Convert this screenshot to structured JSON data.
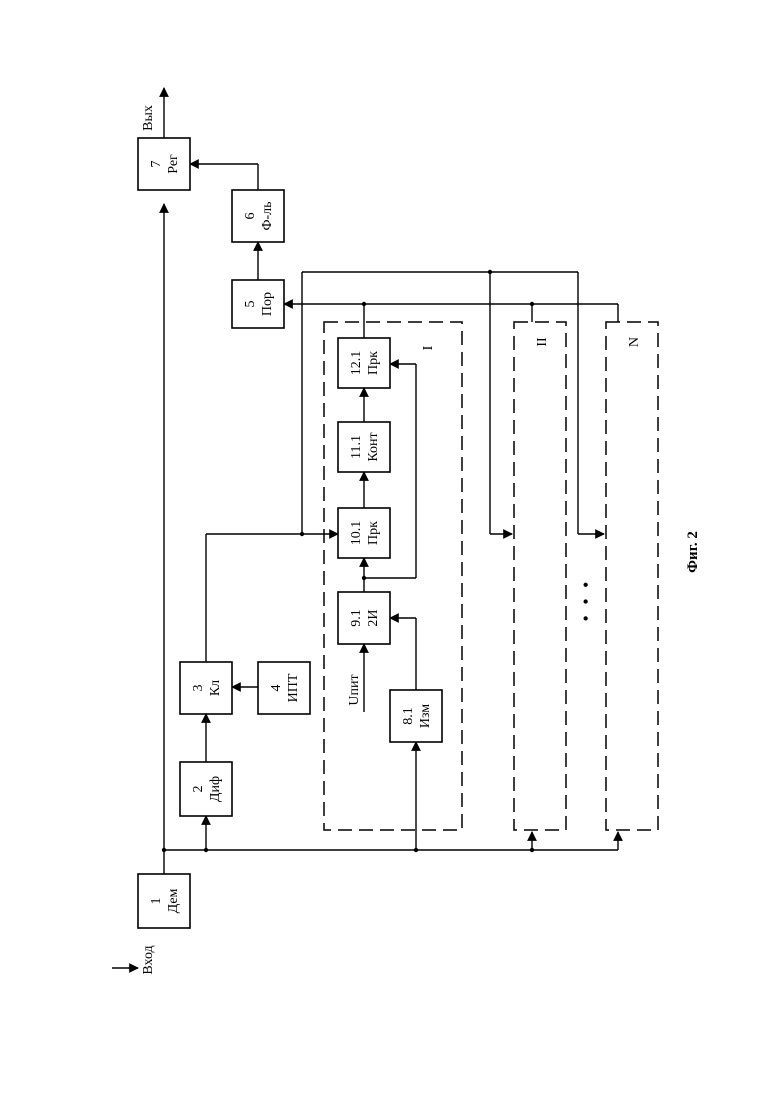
{
  "figure": {
    "caption": "Фиг. 2",
    "input_label": "Вход",
    "output_label": "Вых",
    "supply_label": "Uпит",
    "blocks": [
      {
        "num": "1",
        "name": "Дем"
      },
      {
        "num": "2",
        "name": "Диф"
      },
      {
        "num": "3",
        "name": "Кл"
      },
      {
        "num": "4",
        "name": "ИПТ"
      },
      {
        "num": "5",
        "name": "Пор"
      },
      {
        "num": "6",
        "name": "Ф-ль"
      },
      {
        "num": "7",
        "name": "Рег"
      },
      {
        "num": "8.1",
        "name": "Изм"
      },
      {
        "num": "9.1",
        "name": "2И"
      },
      {
        "num": "10.1",
        "name": "Прк"
      },
      {
        "num": "11.1",
        "name": "Конт"
      },
      {
        "num": "12.1",
        "name": "Прк"
      }
    ],
    "channels": [
      "I",
      "II",
      "N"
    ],
    "ellipsis": "• • •"
  }
}
